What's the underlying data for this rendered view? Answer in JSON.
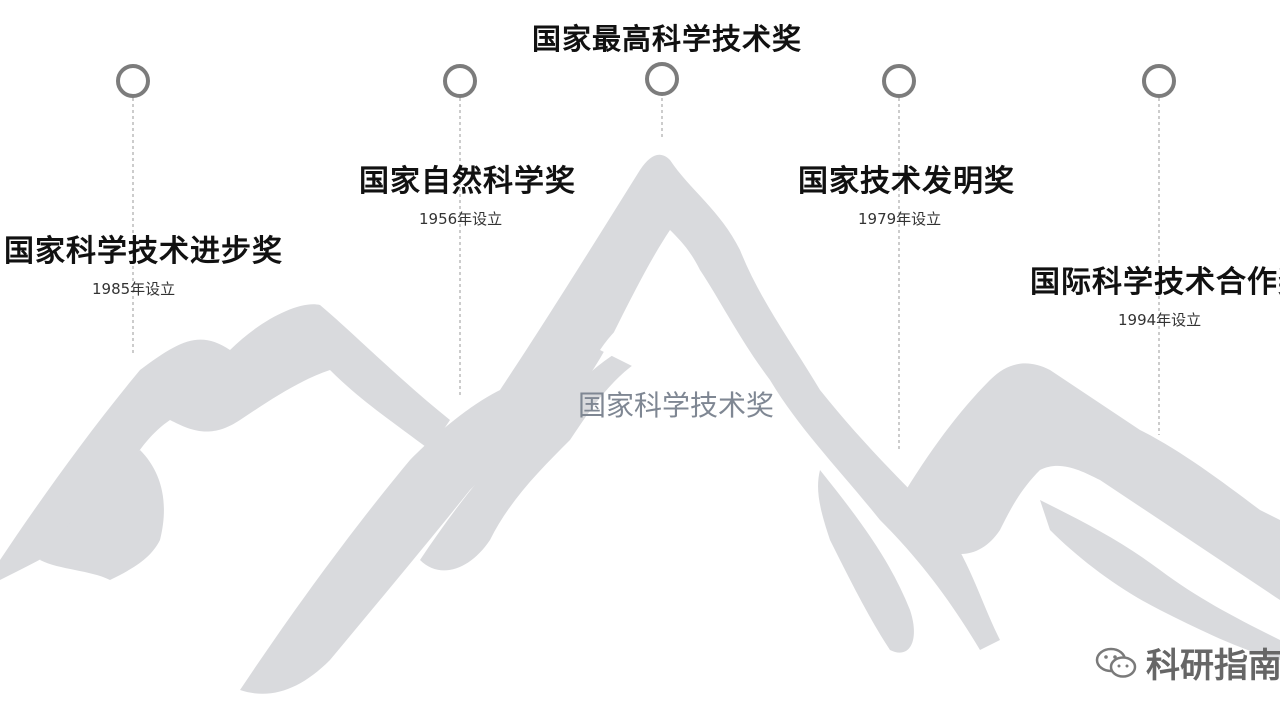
{
  "top_title": "国家最高科学技术奖",
  "center_label": "国家科学技术奖",
  "awards": [
    {
      "title": "国家科学技术进步奖",
      "date": "1985年设立"
    },
    {
      "title": "国家自然科学奖",
      "date": "1956年设立"
    },
    {
      "title": "国家技术发明奖",
      "date": "1979年设立"
    },
    {
      "title": "国际科学技术合作奖",
      "date": "1994年设立"
    }
  ],
  "watermark": {
    "icon": "wechat-icon",
    "text": "科研指南"
  },
  "colors": {
    "mountain": "#d9dadd",
    "marker": "#7c7c7c",
    "center_label": "#7f8793"
  }
}
